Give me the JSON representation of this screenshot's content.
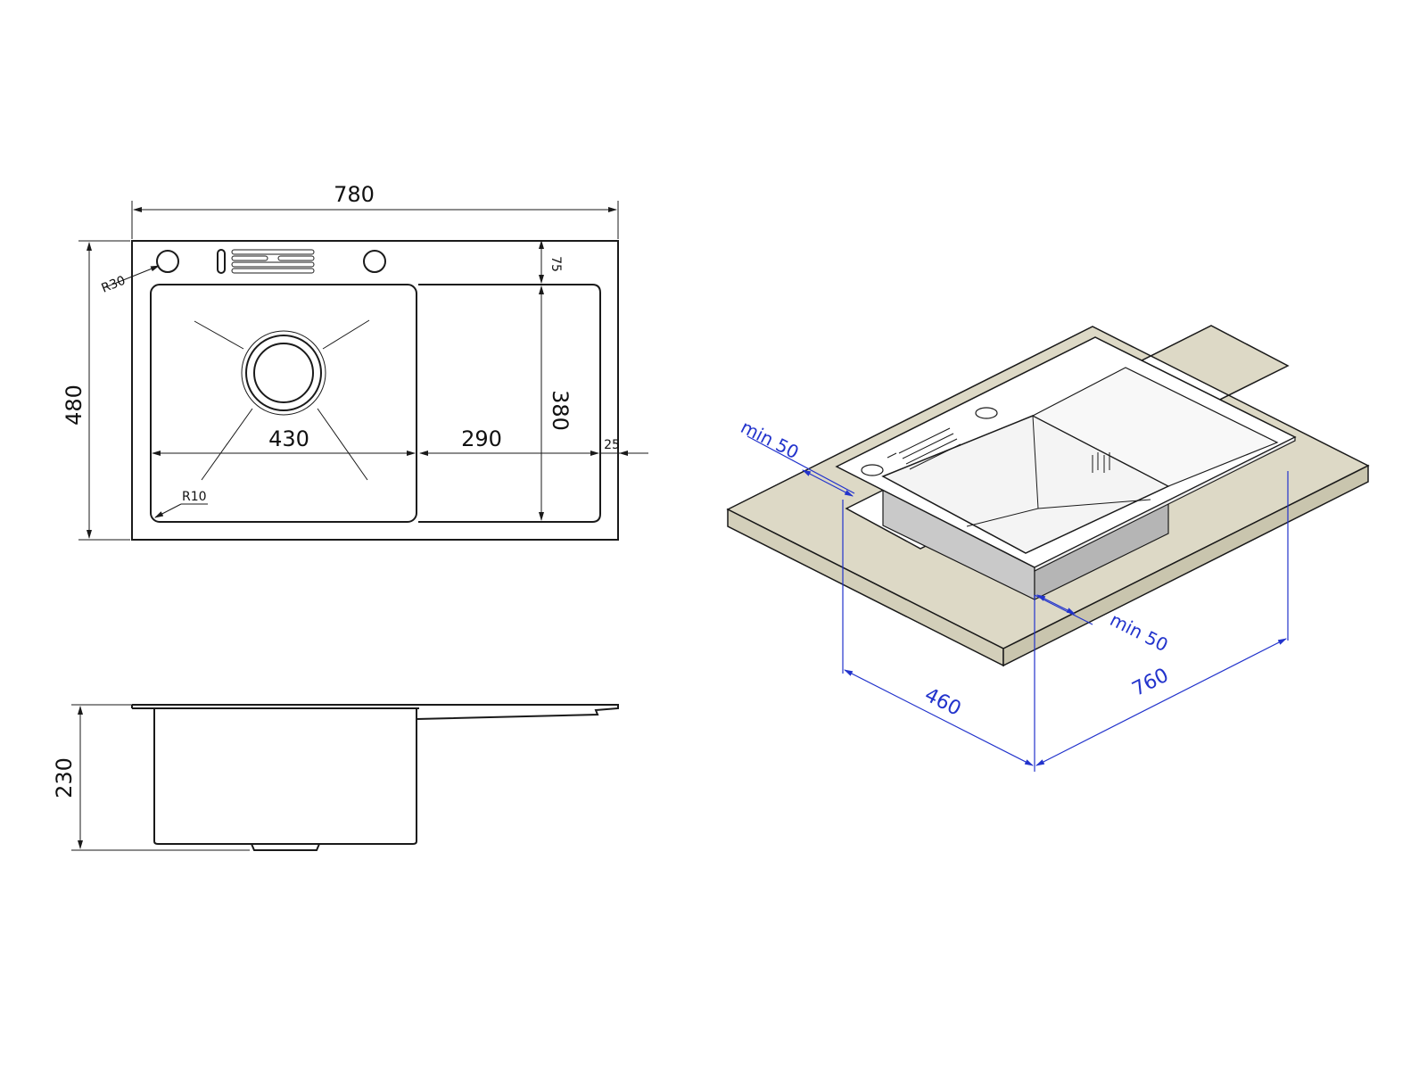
{
  "plan_view": {
    "overall_width": "780",
    "overall_depth": "480",
    "bowl_width": "430",
    "drainer_width": "290",
    "bowl_length": "380",
    "back_margin": "75",
    "side_margin": "25",
    "corner_radius_outer": "R30",
    "corner_radius_bowl": "R10"
  },
  "side_view": {
    "depth": "230"
  },
  "install_view": {
    "cutout_width": "760",
    "cutout_depth": "460",
    "min_gap_left": "min 50",
    "min_gap_front": "min 50"
  },
  "colors": {
    "line": "#1a1a1a",
    "dimension_blue": "#2233cc",
    "countertop": "#ddd9c6",
    "bowl_gray": "#c9c9c9"
  }
}
